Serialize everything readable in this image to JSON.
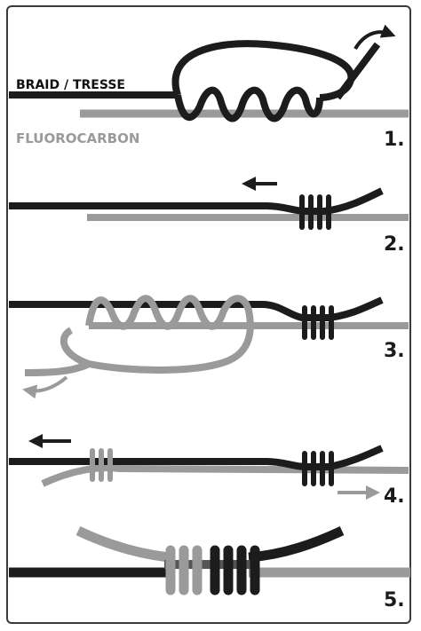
{
  "labels": {
    "braid": "BRAID / TRESSE",
    "fluorocarbon": "FLUOROCARBON"
  },
  "steps": [
    "1.",
    "2.",
    "3.",
    "4.",
    "5."
  ],
  "colors": {
    "braid": "#1c1c1c",
    "fluorocarbon": "#9a9a9a",
    "frame": "#3a3a3a",
    "background": "#ffffff"
  },
  "icons": [
    "arrow-right-icon",
    "arrow-left-icon"
  ]
}
